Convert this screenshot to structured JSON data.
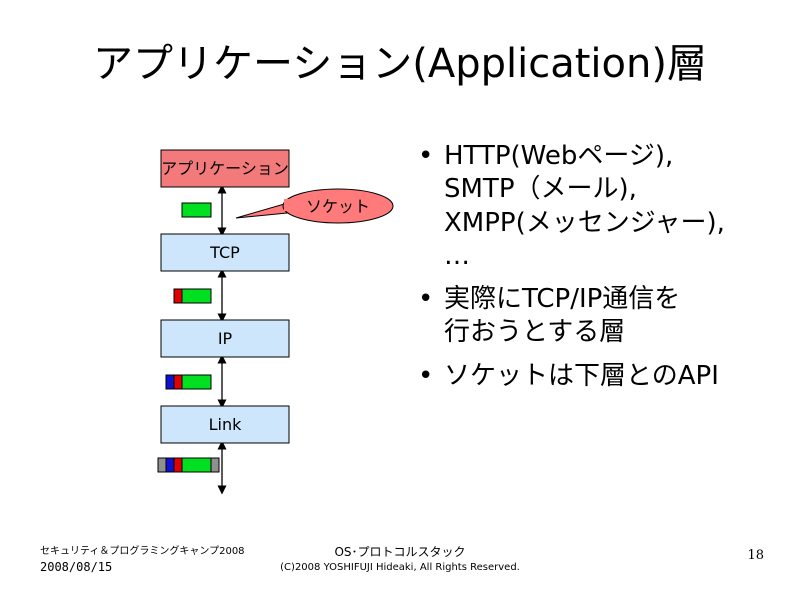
{
  "slide": {
    "title": "アプリケーション(Application)層"
  },
  "diagram": {
    "layers": [
      {
        "label": "アプリケーション",
        "fill": "#f27a7a"
      },
      {
        "label": "TCP",
        "fill": "#cde6fb"
      },
      {
        "label": "IP",
        "fill": "#cde6fb"
      },
      {
        "label": "Link",
        "fill": "#cde6fb"
      }
    ],
    "callout": {
      "label": "ソケット",
      "fill": "#ff7b7b"
    },
    "colors": {
      "payload": "#00e020",
      "tcp_header": "#e00000",
      "ip_header": "#1010d0",
      "link_header": "#909090"
    }
  },
  "bullets": [
    {
      "lines": [
        "HTTP(Webページ),",
        "SMTP（メール),",
        "XMPP(メッセンジャー),",
        "…"
      ]
    },
    {
      "lines": [
        "実際にTCP/IP通信を",
        "行おうとする層"
      ]
    },
    {
      "lines": [
        "ソケットは下層とのAPI"
      ]
    }
  ],
  "footer": {
    "event": "セキュリティ＆プログラミングキャンプ2008",
    "date": "2008/08/15",
    "topic": "OS･プロトコルスタック",
    "copyright": "(C)2008 YOSHIFUJI Hideaki, All Rights Reserved.",
    "page": "18"
  }
}
